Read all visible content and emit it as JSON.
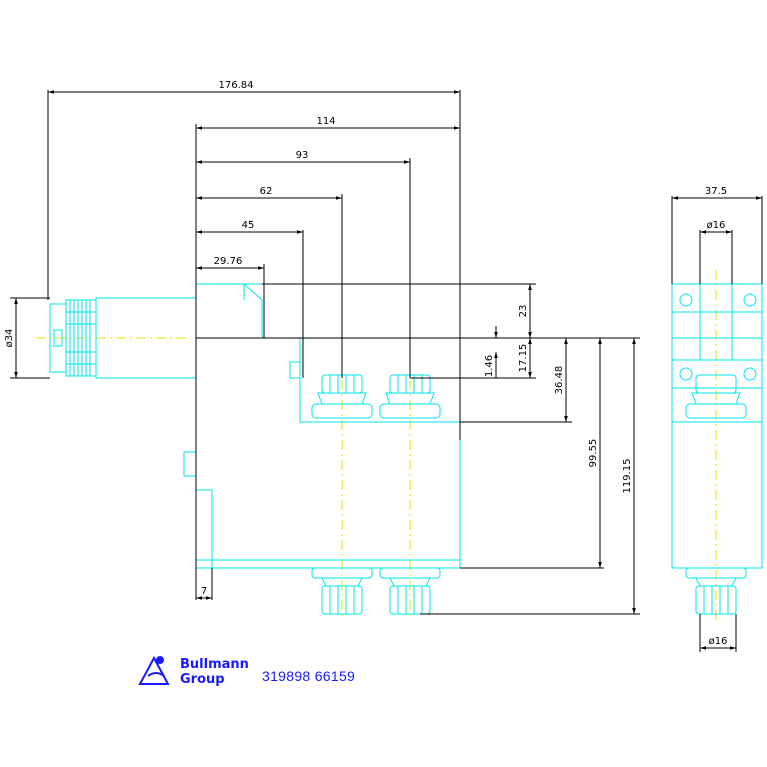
{
  "drawing": {
    "colors": {
      "part": "#00e5ee",
      "dimension": "#000000",
      "centerline": "#e5e500",
      "brand": "#1a1aff"
    },
    "dimensions": {
      "d1": "176.84",
      "d2": "114",
      "d3": "93",
      "d4": "62",
      "d5": "45",
      "d6": "29.76",
      "d7": "23",
      "d8": "1.46",
      "d9": "17.15",
      "d10": "36.48",
      "d11": "99.55",
      "d12": "119.15",
      "d13": "7",
      "d14": "ø34",
      "d15": "37.5",
      "d16": "ø16",
      "d17": "ø16"
    }
  },
  "brand": {
    "line1": "Bullmann",
    "line2": "Group",
    "part_number": "319898 66159"
  }
}
